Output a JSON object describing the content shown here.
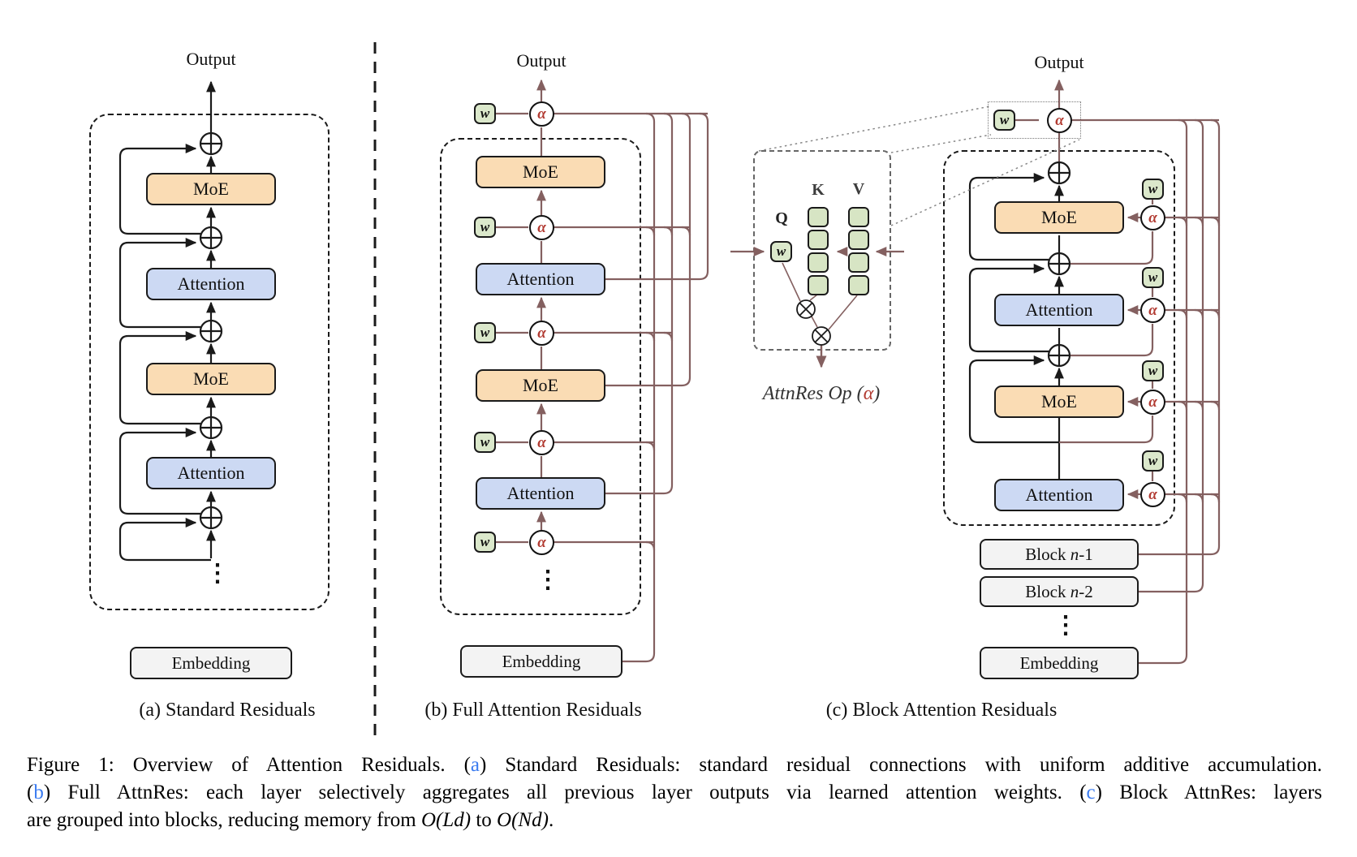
{
  "symbols": {
    "w": "w",
    "alpha": "α",
    "vdots": "⋮"
  },
  "colors": {
    "moe_fill": "#fadcb4",
    "attention_fill": "#ccd9f3",
    "embedding_fill": "#f3f3f3",
    "weight_chip_fill": "#dbe8cb",
    "attnres_line": "#846060",
    "alpha_text": "#b23b32",
    "caption_ref_blue": "#3a7bf0",
    "black_line": "#1a1a1a"
  },
  "panels": {
    "a": {
      "output": "Output",
      "layers": [
        "MoE",
        "Attention",
        "MoE",
        "Attention"
      ],
      "embedding": "Embedding",
      "caption": "(a) Standard Residuals"
    },
    "b": {
      "output": "Output",
      "layers": [
        "MoE",
        "Attention",
        "MoE",
        "Attention"
      ],
      "embedding": "Embedding",
      "caption": "(b) Full Attention Residuals"
    },
    "c": {
      "output": "Output",
      "layers": [
        "MoE",
        "Attention",
        "MoE",
        "Attention"
      ],
      "blocks": [
        {
          "pre": "Block ",
          "it": "n",
          "post": "-1"
        },
        {
          "pre": "Block ",
          "it": "n",
          "post": "-2"
        }
      ],
      "embedding": "Embedding",
      "caption": "(c) Block Attention Residuals",
      "inset": {
        "q": "Q",
        "k": "K",
        "v": "V",
        "op_pre": "AttnRes Op (",
        "op_alpha": "α",
        "op_post": ")"
      }
    }
  },
  "figure_caption": {
    "line1": {
      "pre": "Figure 1: Overview of Attention Residuals. (",
      "a": "a",
      "post": ") Standard Residuals: standard residual connections with uniform additive accumulation."
    },
    "line2": {
      "pre": "(",
      "b": "b",
      "mid": ") Full AttnRes: each layer selectively aggregates all previous layer outputs via learned attention weights. (",
      "c": "c",
      "post": ") Block AttnRes: layers"
    },
    "line3": {
      "pre": "are grouped into blocks, reducing memory from ",
      "m1": "O(Ld)",
      "mid": " to ",
      "m2": "O(Nd)",
      "post": "."
    }
  }
}
